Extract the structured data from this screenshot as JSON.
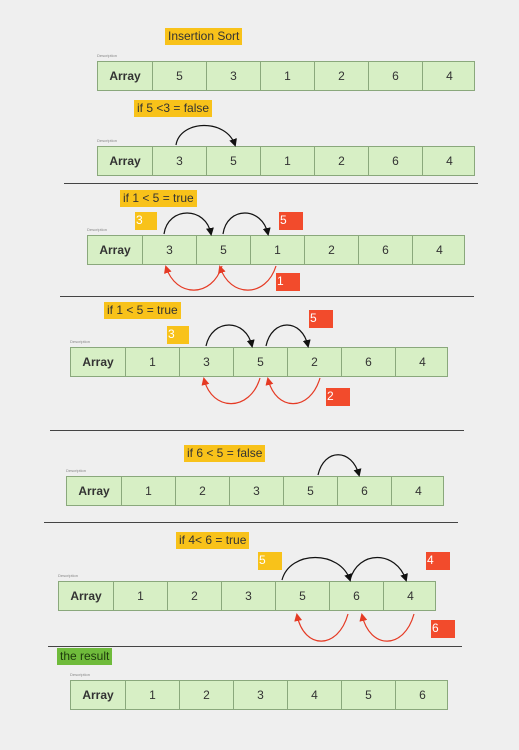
{
  "title": "Insertion Sort",
  "array_header": "Array",
  "tiny_label": "Description",
  "result_label": "the result",
  "steps": [
    {
      "condition": "",
      "values": [
        "5",
        "3",
        "1",
        "2",
        "6",
        "4"
      ]
    },
    {
      "condition": "if 5 <3  = false",
      "values": [
        "3",
        "5",
        "1",
        "2",
        "6",
        "4"
      ]
    },
    {
      "condition": "if 1 < 5  = true",
      "values": [
        "3",
        "5",
        "1",
        "2",
        "6",
        "4"
      ],
      "markers": [
        "3",
        "5",
        "1"
      ]
    },
    {
      "condition": "if 1 < 5  = true",
      "values": [
        "1",
        "3",
        "5",
        "2",
        "6",
        "4"
      ],
      "markers": [
        "3",
        "5",
        "2"
      ]
    },
    {
      "condition": "if 6 < 5  = false",
      "values": [
        "1",
        "2",
        "3",
        "5",
        "6",
        "4"
      ]
    },
    {
      "condition": "if 4< 6  = true",
      "values": [
        "1",
        "2",
        "3",
        "5",
        "6",
        "4"
      ],
      "markers": [
        "5",
        "6",
        "4"
      ]
    },
    {
      "condition": "",
      "values": [
        "1",
        "2",
        "3",
        "4",
        "5",
        "6"
      ]
    }
  ],
  "colors": {
    "cell_fill": "#d7efc5",
    "note_yellow": "#f8c21a",
    "marker_red": "#f24b2c",
    "result_green": "#6fbb3b",
    "arrow_black": "#111111",
    "arrow_red": "#e53a24"
  }
}
